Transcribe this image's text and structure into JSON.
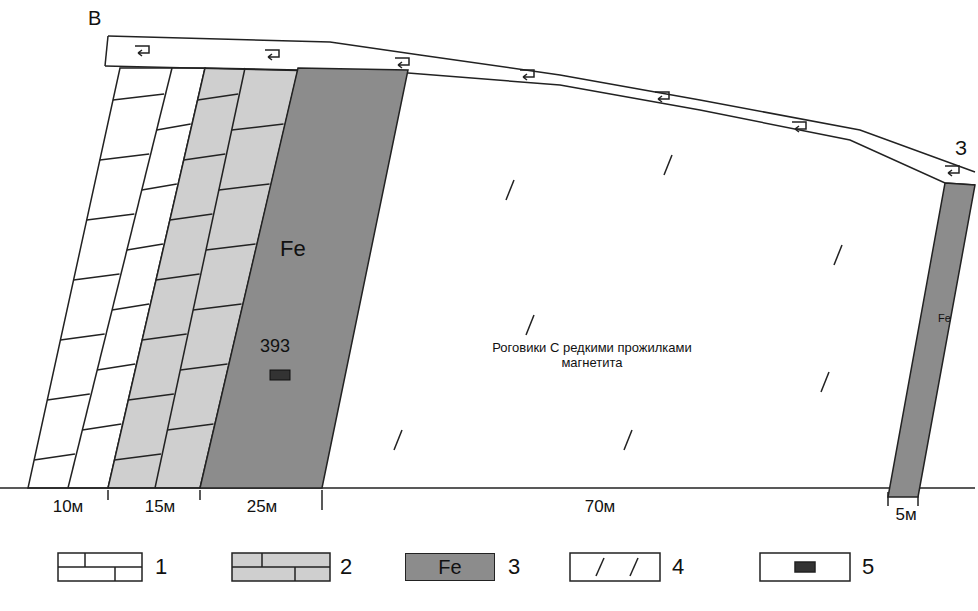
{
  "diagram": {
    "nodes": [
      {
        "text": [
          "Fe",
          "393"
        ]
      },
      {
        "text": [
          "Роговики С редкими прожилками магнетита"
        ]
      },
      {
        "text": [
          "Fe"
        ]
      }
    ],
    "labels": [
      "В",
      "З",
      "10м",
      "15м",
      "25м",
      "70м",
      "5м",
      "Fe"
    ],
    "legend": [
      {
        "text": "1"
      },
      {
        "text": "2"
      },
      {
        "text": "3",
        "color": "#8c8c8c"
      },
      {
        "text": "4"
      },
      {
        "text": "5"
      }
    ]
  }
}
